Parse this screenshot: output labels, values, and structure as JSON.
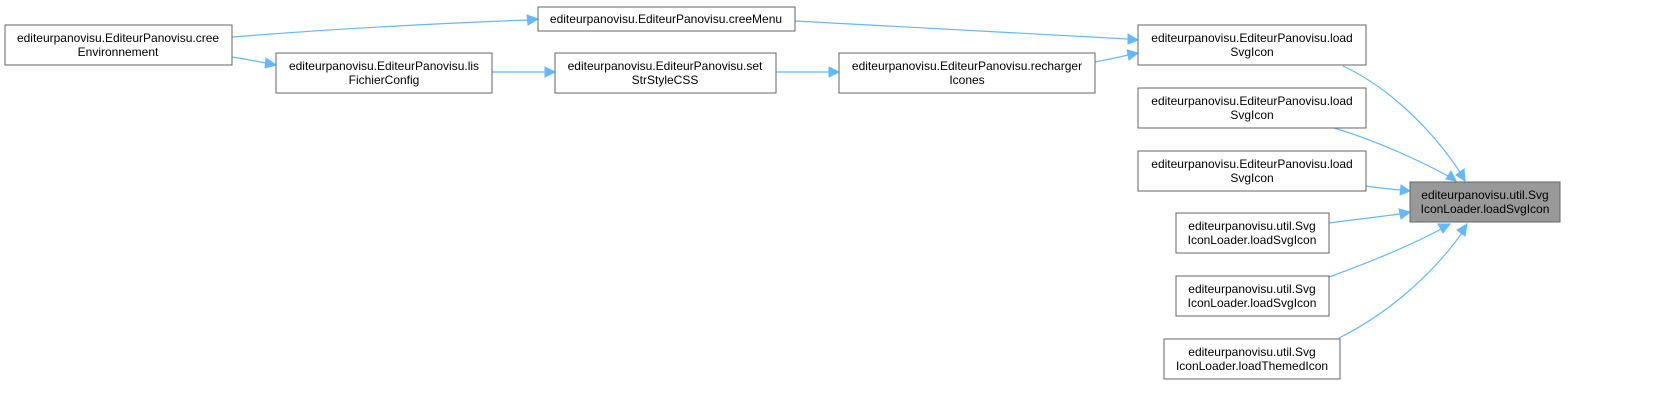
{
  "diagram": {
    "type": "call-graph",
    "edge_color": "#63b8ff",
    "node_border_color": "#666666",
    "focus_fill_color": "#999999",
    "nodes": {
      "cree_env": {
        "line1": "editeurpanovisu.EditeurPanovisu.cree",
        "line2": "Environnement"
      },
      "cree_menu": {
        "line1": "editeurpanovisu.EditeurPanovisu.creeMenu"
      },
      "lis_fichier": {
        "line1": "editeurpanovisu.EditeurPanovisu.lis",
        "line2": "FichierConfig"
      },
      "set_str": {
        "line1": "editeurpanovisu.EditeurPanovisu.set",
        "line2": "StrStyleCSS"
      },
      "recharger": {
        "line1": "editeurpanovisu.EditeurPanovisu.recharger",
        "line2": "Icones"
      },
      "ep_load_1": {
        "line1": "editeurpanovisu.EditeurPanovisu.load",
        "line2": "SvgIcon"
      },
      "ep_load_2": {
        "line1": "editeurpanovisu.EditeurPanovisu.load",
        "line2": "SvgIcon"
      },
      "ep_load_3": {
        "line1": "editeurpanovisu.EditeurPanovisu.load",
        "line2": "SvgIcon"
      },
      "util_load_1": {
        "line1": "editeurpanovisu.util.Svg",
        "line2": "IconLoader.loadSvgIcon"
      },
      "util_load_2": {
        "line1": "editeurpanovisu.util.Svg",
        "line2": "IconLoader.loadSvgIcon"
      },
      "util_themed": {
        "line1": "editeurpanovisu.util.Svg",
        "line2": "IconLoader.loadThemedIcon"
      },
      "focus": {
        "line1": "editeurpanovisu.util.Svg",
        "line2": "IconLoader.loadSvgIcon"
      }
    },
    "edges": [
      {
        "from": "cree_env",
        "to": "cree_menu"
      },
      {
        "from": "cree_env",
        "to": "lis_fichier"
      },
      {
        "from": "cree_menu",
        "to": "ep_load_1"
      },
      {
        "from": "lis_fichier",
        "to": "set_str"
      },
      {
        "from": "set_str",
        "to": "recharger"
      },
      {
        "from": "recharger",
        "to": "ep_load_1"
      },
      {
        "from": "ep_load_1",
        "to": "focus"
      },
      {
        "from": "ep_load_2",
        "to": "focus"
      },
      {
        "from": "ep_load_3",
        "to": "focus"
      },
      {
        "from": "util_load_1",
        "to": "focus"
      },
      {
        "from": "util_load_2",
        "to": "focus"
      },
      {
        "from": "util_themed",
        "to": "focus"
      }
    ]
  }
}
